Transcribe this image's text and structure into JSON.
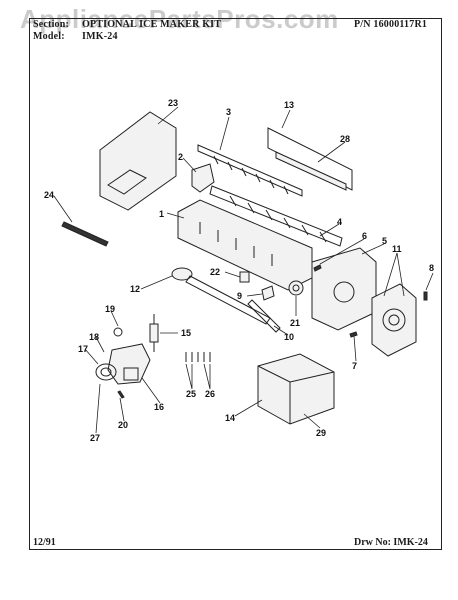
{
  "header": {
    "section_label": "Section:",
    "section_title": "OPTIONAL ICE MAKER KIT",
    "part_number": "P/N 16000117R1",
    "model_label": "Model:",
    "model_value": "IMK-24"
  },
  "watermark": "AppliancePartsPros.com",
  "footer": {
    "date": "12/91",
    "drawing_number": "Drw No: IMK-24"
  },
  "callouts": [
    "1",
    "2",
    "3",
    "4",
    "5",
    "6",
    "7",
    "8",
    "9",
    "10",
    "11",
    "12",
    "13",
    "14",
    "15",
    "16",
    "17",
    "18",
    "19",
    "20",
    "21",
    "22",
    "23",
    "24",
    "25",
    "26",
    "27",
    "28",
    "29"
  ]
}
